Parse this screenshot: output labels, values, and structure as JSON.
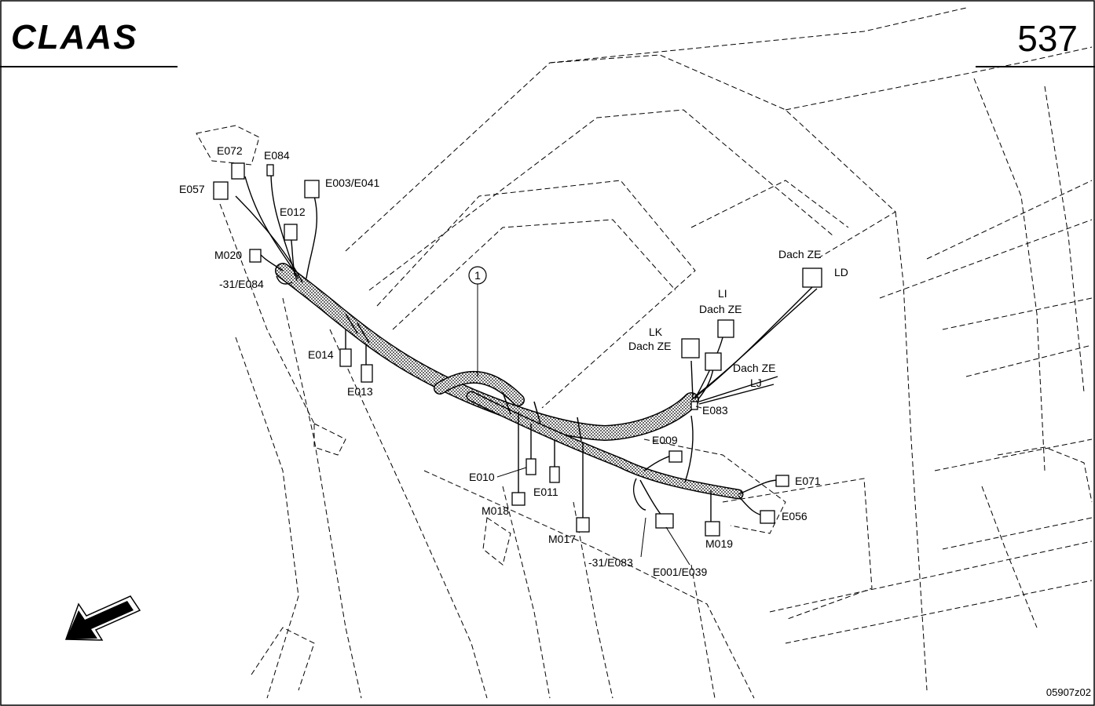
{
  "header": {
    "brand": "CLAAS",
    "page_number": "537"
  },
  "footer": {
    "drawing_code": "05907z02"
  },
  "callout": {
    "number": "1"
  },
  "labels": {
    "e072": "E072",
    "e084": "E084",
    "e057": "E057",
    "e003_e041": "E003/E041",
    "e012": "E012",
    "m020": "M020",
    "m31_e084": "-31/E084",
    "e014": "E014",
    "e013": "E013",
    "e010": "E010",
    "e011": "E011",
    "m018": "M018",
    "m017": "M017",
    "e009": "E009",
    "e083": "E083",
    "m31_e083": "-31/E083",
    "e001_e039": "E001/E039",
    "m019": "M019",
    "e071": "E071",
    "e056": "E056",
    "dach_ze_ld": "Dach ZE",
    "ld": "LD",
    "li": "LI",
    "dach_ze_li": "Dach ZE",
    "lk": "LK",
    "dach_ze_lk": "Dach ZE",
    "dach_ze_lj": "Dach ZE",
    "lj": "LJ"
  },
  "icons": {
    "direction": "arrow-down-left-icon"
  }
}
